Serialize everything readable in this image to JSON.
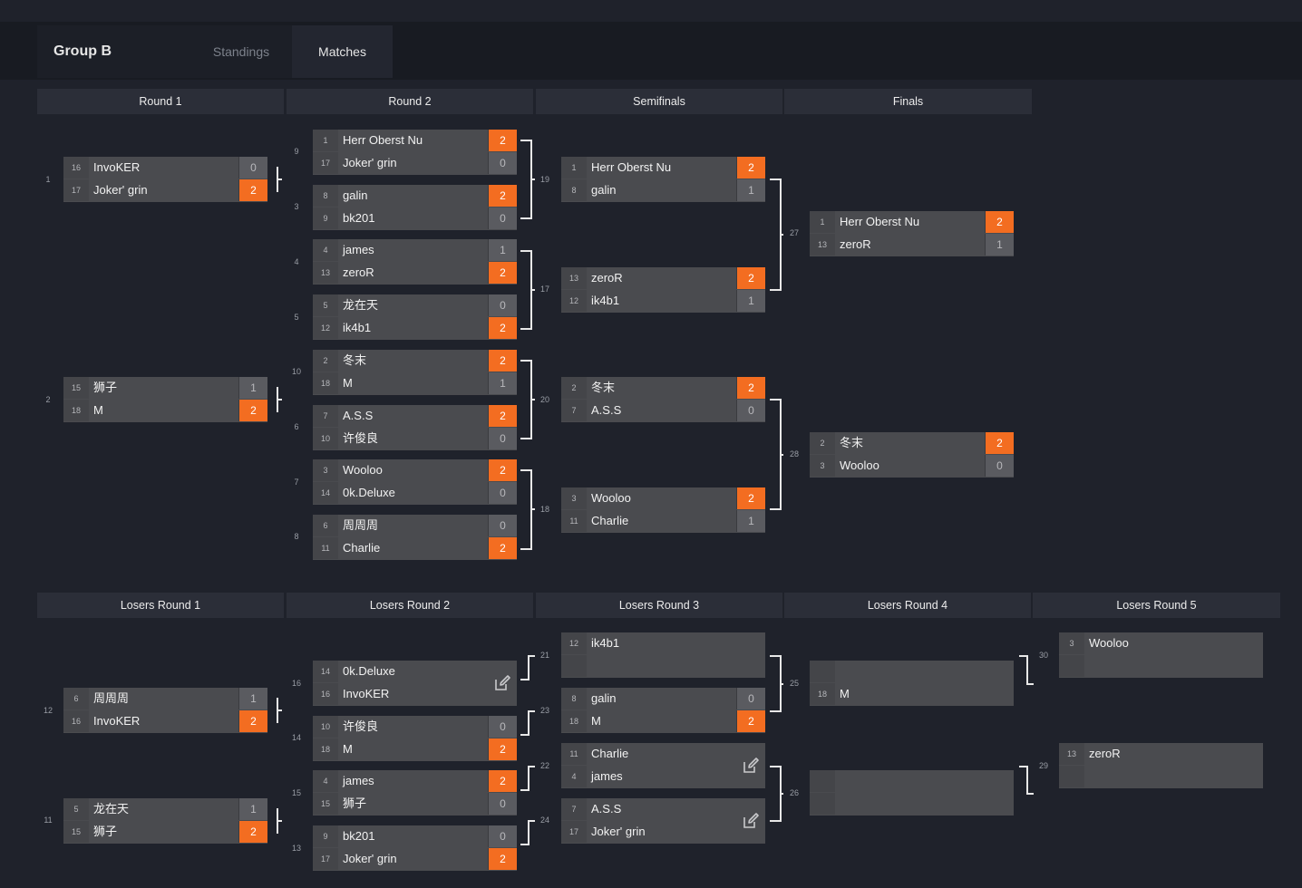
{
  "header": {
    "group_title": "Group B",
    "tabs": [
      {
        "label": "Standings"
      },
      {
        "label": "Matches"
      }
    ]
  },
  "winners_rounds": [
    {
      "label": "Round 1"
    },
    {
      "label": "Round 2"
    },
    {
      "label": "Semifinals"
    },
    {
      "label": "Finals"
    }
  ],
  "losers_rounds": [
    {
      "label": "Losers Round 1"
    },
    {
      "label": "Losers Round 2"
    },
    {
      "label": "Losers Round 3"
    },
    {
      "label": "Losers Round 4"
    },
    {
      "label": "Losers Round 5"
    }
  ],
  "matches": [
    {
      "num": "1",
      "teams": [
        {
          "seed": "16",
          "name": "InvoKER",
          "score": "0",
          "win": false
        },
        {
          "seed": "17",
          "name": "Joker' grin",
          "score": "2",
          "win": true
        }
      ]
    },
    {
      "num": "2",
      "teams": [
        {
          "seed": "15",
          "name": "狮子",
          "score": "1",
          "win": false
        },
        {
          "seed": "18",
          "name": "M",
          "score": "2",
          "win": true
        }
      ]
    },
    {
      "num": "9",
      "teams": [
        {
          "seed": "1",
          "name": "Herr Oberst Nu",
          "score": "2",
          "win": true
        },
        {
          "seed": "17",
          "name": "Joker' grin",
          "score": "0",
          "win": false
        }
      ]
    },
    {
      "num": "3",
      "teams": [
        {
          "seed": "8",
          "name": "galin",
          "score": "2",
          "win": true
        },
        {
          "seed": "9",
          "name": "bk201",
          "score": "0",
          "win": false
        }
      ]
    },
    {
      "num": "4",
      "teams": [
        {
          "seed": "4",
          "name": "james",
          "score": "1",
          "win": false
        },
        {
          "seed": "13",
          "name": "zeroR",
          "score": "2",
          "win": true
        }
      ]
    },
    {
      "num": "5",
      "teams": [
        {
          "seed": "5",
          "name": "龙在天",
          "score": "0",
          "win": false
        },
        {
          "seed": "12",
          "name": "ik4b1",
          "score": "2",
          "win": true
        }
      ]
    },
    {
      "num": "10",
      "teams": [
        {
          "seed": "2",
          "name": "冬末",
          "score": "2",
          "win": true
        },
        {
          "seed": "18",
          "name": "M",
          "score": "1",
          "win": false
        }
      ]
    },
    {
      "num": "6",
      "teams": [
        {
          "seed": "7",
          "name": "A.S.S",
          "score": "2",
          "win": true
        },
        {
          "seed": "10",
          "name": "许俊良",
          "score": "0",
          "win": false
        }
      ]
    },
    {
      "num": "7",
      "teams": [
        {
          "seed": "3",
          "name": "Wooloo",
          "score": "2",
          "win": true
        },
        {
          "seed": "14",
          "name": "0k.Deluxe",
          "score": "0",
          "win": false
        }
      ]
    },
    {
      "num": "8",
      "teams": [
        {
          "seed": "6",
          "name": "周周周",
          "score": "0",
          "win": false
        },
        {
          "seed": "11",
          "name": "Charlie",
          "score": "2",
          "win": true
        }
      ]
    },
    {
      "num": "19",
      "teams": [
        {
          "seed": "1",
          "name": "Herr Oberst Nu",
          "score": "2",
          "win": true
        },
        {
          "seed": "8",
          "name": "galin",
          "score": "1",
          "win": false
        }
      ]
    },
    {
      "num": "17",
      "teams": [
        {
          "seed": "13",
          "name": "zeroR",
          "score": "2",
          "win": true
        },
        {
          "seed": "12",
          "name": "ik4b1",
          "score": "1",
          "win": false
        }
      ]
    },
    {
      "num": "20",
      "teams": [
        {
          "seed": "2",
          "name": "冬末",
          "score": "2",
          "win": true
        },
        {
          "seed": "7",
          "name": "A.S.S",
          "score": "0",
          "win": false
        }
      ]
    },
    {
      "num": "18",
      "teams": [
        {
          "seed": "3",
          "name": "Wooloo",
          "score": "2",
          "win": true
        },
        {
          "seed": "11",
          "name": "Charlie",
          "score": "1",
          "win": false
        }
      ]
    },
    {
      "num": "27",
      "teams": [
        {
          "seed": "1",
          "name": "Herr Oberst Nu",
          "score": "2",
          "win": true
        },
        {
          "seed": "13",
          "name": "zeroR",
          "score": "1",
          "win": false
        }
      ]
    },
    {
      "num": "28",
      "teams": [
        {
          "seed": "2",
          "name": "冬末",
          "score": "2",
          "win": true
        },
        {
          "seed": "3",
          "name": "Wooloo",
          "score": "0",
          "win": false
        }
      ]
    },
    {
      "num": "12",
      "teams": [
        {
          "seed": "6",
          "name": "周周周",
          "score": "1",
          "win": false
        },
        {
          "seed": "16",
          "name": "InvoKER",
          "score": "2",
          "win": true
        }
      ]
    },
    {
      "num": "11",
      "teams": [
        {
          "seed": "5",
          "name": "龙在天",
          "score": "1",
          "win": false
        },
        {
          "seed": "15",
          "name": "狮子",
          "score": "2",
          "win": true
        }
      ]
    },
    {
      "num": "16",
      "editable": true,
      "teams": [
        {
          "seed": "14",
          "name": "0k.Deluxe"
        },
        {
          "seed": "16",
          "name": "InvoKER"
        }
      ]
    },
    {
      "num": "14",
      "teams": [
        {
          "seed": "10",
          "name": "许俊良",
          "score": "0",
          "win": false
        },
        {
          "seed": "18",
          "name": "M",
          "score": "2",
          "win": true
        }
      ]
    },
    {
      "num": "15",
      "teams": [
        {
          "seed": "4",
          "name": "james",
          "score": "2",
          "win": true
        },
        {
          "seed": "15",
          "name": "狮子",
          "score": "0",
          "win": false
        }
      ]
    },
    {
      "num": "13",
      "teams": [
        {
          "seed": "9",
          "name": "bk201",
          "score": "0",
          "win": false
        },
        {
          "seed": "17",
          "name": "Joker' grin",
          "score": "2",
          "win": true
        }
      ]
    },
    {
      "num": "21",
      "teams": [
        {
          "seed": "12",
          "name": "ik4b1"
        },
        {
          "seed": "",
          "name": ""
        }
      ]
    },
    {
      "num": "23",
      "teams": [
        {
          "seed": "8",
          "name": "galin",
          "score": "0",
          "win": false
        },
        {
          "seed": "18",
          "name": "M",
          "score": "2",
          "win": true
        }
      ]
    },
    {
      "num": "22",
      "editable": true,
      "teams": [
        {
          "seed": "11",
          "name": "Charlie"
        },
        {
          "seed": "4",
          "name": "james"
        }
      ]
    },
    {
      "num": "24",
      "editable": true,
      "teams": [
        {
          "seed": "7",
          "name": "A.S.S"
        },
        {
          "seed": "17",
          "name": "Joker' grin"
        }
      ]
    },
    {
      "num": "25",
      "teams": [
        {
          "seed": "",
          "name": ""
        },
        {
          "seed": "18",
          "name": "M"
        }
      ]
    },
    {
      "num": "26",
      "teams": [
        {
          "seed": "",
          "name": ""
        },
        {
          "seed": "",
          "name": ""
        }
      ]
    },
    {
      "num": "30",
      "teams": [
        {
          "seed": "3",
          "name": "Wooloo"
        },
        {
          "seed": "",
          "name": ""
        }
      ]
    },
    {
      "num": "29",
      "teams": [
        {
          "seed": "13",
          "name": "zeroR"
        },
        {
          "seed": "",
          "name": ""
        }
      ]
    }
  ],
  "colors": {
    "win_accent": "#f36d21",
    "background": "#1f222b",
    "row": "#4a4b4f"
  },
  "icons": {
    "edit": "edit-icon"
  }
}
